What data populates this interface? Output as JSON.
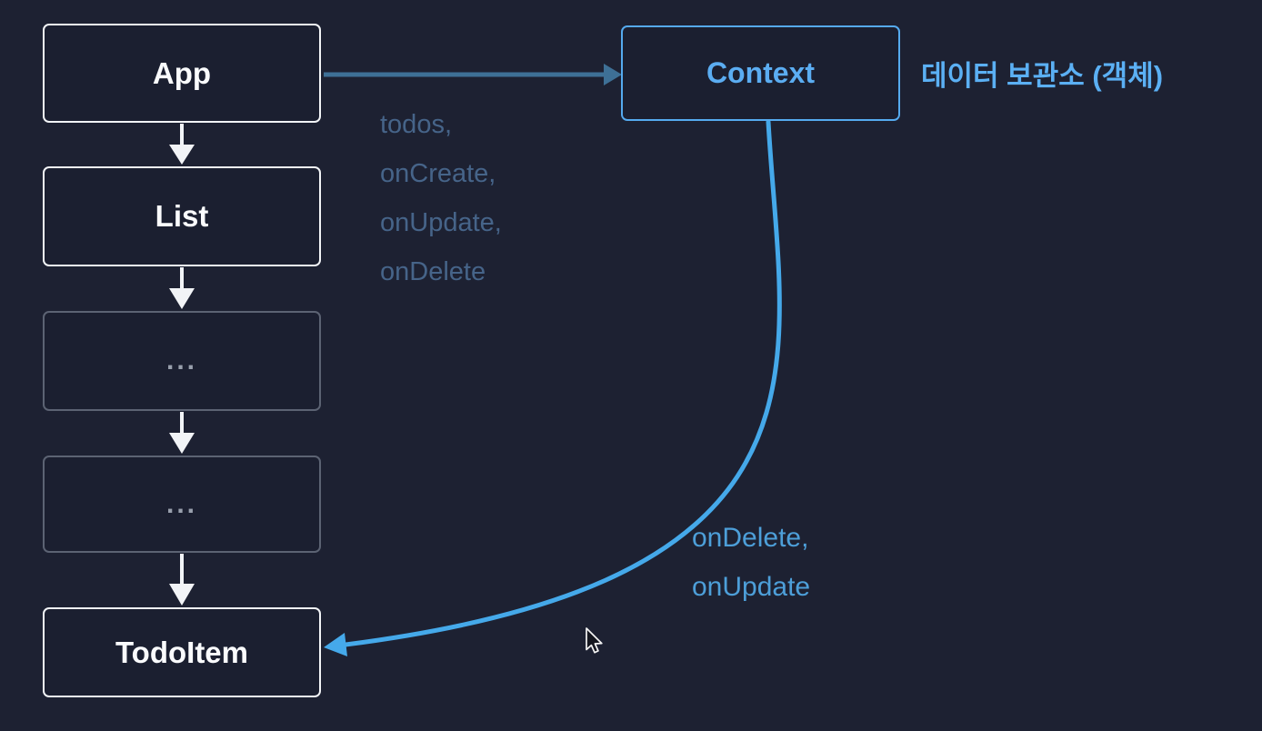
{
  "colors": {
    "background": "#1d2132",
    "node_fill": "#1b1f30",
    "node_border_white": "#f2f4f7",
    "node_border_muted": "#5c6373",
    "node_text_muted": "#99a0ad",
    "accent_blue": "#55aaef",
    "korean_label_blue": "#5bb0f4",
    "flow_arrow_steel_blue": "#3e7096",
    "curve_arrow_blue": "#45a9ea",
    "curve_label_blue": "#4d9fd9",
    "props_label_muted": "#466489",
    "down_arrow_white": "#f2f4f7"
  },
  "nodes": {
    "app": {
      "label": "App"
    },
    "list": {
      "label": "List"
    },
    "placeholder1": {
      "label": "..."
    },
    "placeholder2": {
      "label": "..."
    },
    "todoitem": {
      "label": "TodoItem"
    },
    "context": {
      "label": "Context"
    }
  },
  "annotations": {
    "context_note": "데이터 보관소 (객체)"
  },
  "edges": {
    "app_to_context": {
      "props": [
        "todos,",
        "onCreate,",
        "onUpdate,",
        "onDelete"
      ]
    },
    "context_to_todoitem": {
      "props": [
        "onDelete,",
        "onUpdate"
      ]
    }
  }
}
